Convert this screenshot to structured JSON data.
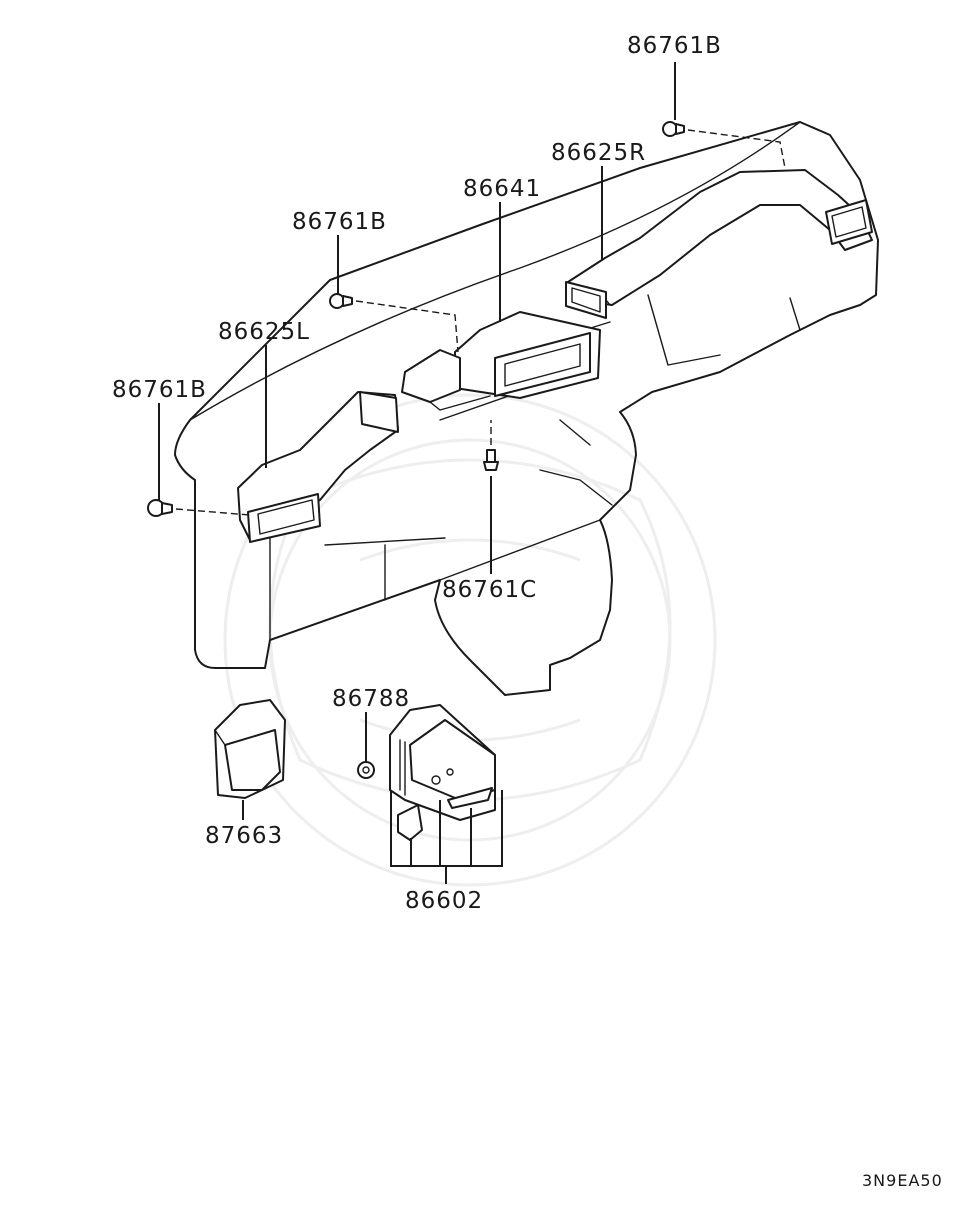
{
  "callouts": {
    "c1": "86761B",
    "c2": "86625R",
    "c3": "86641",
    "c4": "86761B",
    "c5": "86625L",
    "c6": "86761B",
    "c7": "86761C",
    "c8": "86788",
    "c9": "87663",
    "c10": "86602"
  },
  "diagram_code": "3N9EA50",
  "colors": {
    "ink": "#1a1a1a",
    "background": "#ffffff",
    "watermark": "#eeeeee"
  }
}
